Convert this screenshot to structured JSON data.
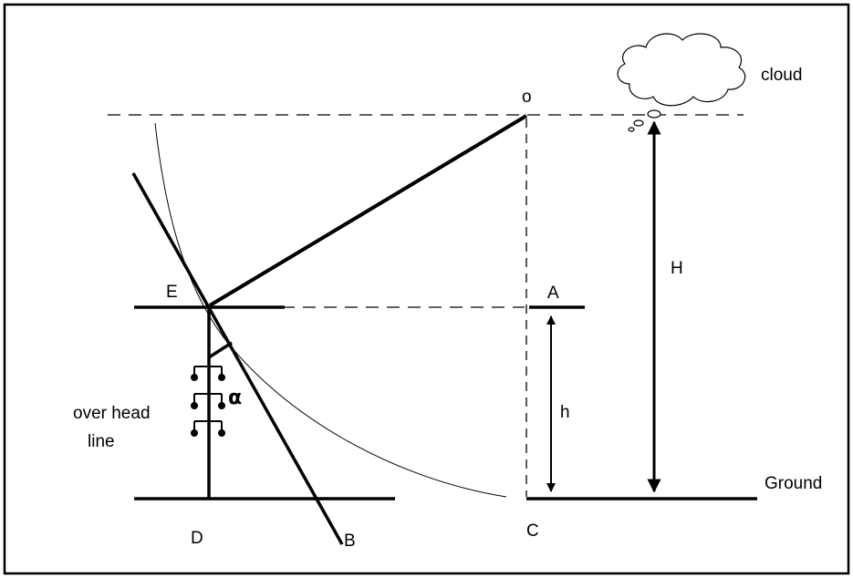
{
  "labels": {
    "cloud": "cloud",
    "point_o": "o",
    "point_e": "E",
    "point_a": "A",
    "height_big": "H",
    "height_small": "h",
    "alpha": "α",
    "overhead_line_1": "over head",
    "overhead_line_2": "line",
    "ground": "Ground",
    "point_d": "D",
    "point_b": "B",
    "point_c": "C"
  },
  "colors": {
    "stroke": "#000000",
    "background": "#ffffff"
  }
}
